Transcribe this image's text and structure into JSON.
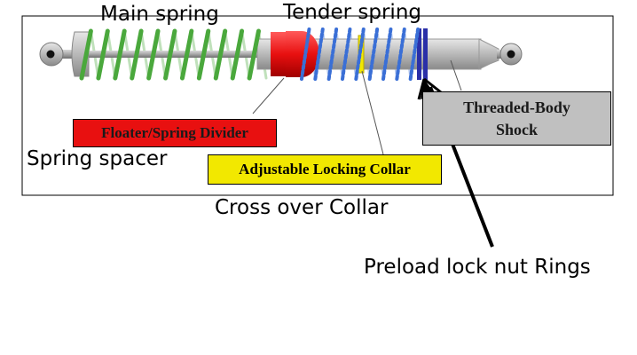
{
  "labels": {
    "main_spring": "Main spring",
    "tender_spring": "Tender spring",
    "floater": "Floater/Spring Divider",
    "spring_spacer": "Spring spacer",
    "adjustable_collar": "Adjustable Locking Collar",
    "threaded_body_line1": "Threaded-Body",
    "threaded_body_line2": "Shock",
    "cross_over": "Cross over Collar",
    "preload": "Preload lock nut Rings"
  },
  "colors": {
    "main_spring": "#4aa83c",
    "tender_spring": "#3a6fd6",
    "floater": "#e81010",
    "collar": "#f2e800",
    "lock_rings": "#2a2fa8",
    "shock_body": "#b8b8b8",
    "label_box_grey": "#c0c0c0"
  }
}
